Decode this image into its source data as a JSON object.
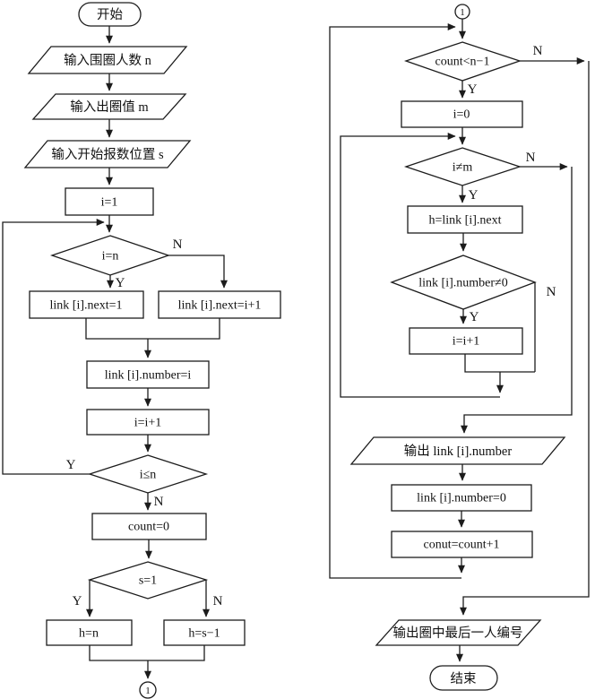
{
  "flowchart": {
    "labels": {
      "yes": "Y",
      "no": "N"
    },
    "left": {
      "start": "开始",
      "input_n": "输入围圈人数 n",
      "input_m": "输入出圈值 m",
      "input_s": "输入开始报数位置 s",
      "init_i": "i=1",
      "cond_i_eq_n": "i=n",
      "set_next_one": "link [i].next=1",
      "set_next_inc": "link [i].next=i+1",
      "set_number": "link [i].number=i",
      "inc_i": "i=i+1",
      "cond_i_le_n": "i≤n",
      "init_count": "count=0",
      "cond_s_eq_1": "s=1",
      "set_h_n": "h=n",
      "set_h_s": "h=s−1",
      "connector": "1"
    },
    "right": {
      "connector": "1",
      "cond_count": "count<n−1",
      "init_i": "i=0",
      "cond_i_ne_m": "i≠m",
      "advance_h": "h=link [i].next",
      "cond_number": "link [i].number≠0",
      "inc_i": "i=i+1",
      "output_number": "输出 link [i].number",
      "clear_number": "link [i].number=0",
      "inc_count": "conut=count+1",
      "output_last": "输出圈中最后一人编号",
      "end": "结束"
    }
  }
}
